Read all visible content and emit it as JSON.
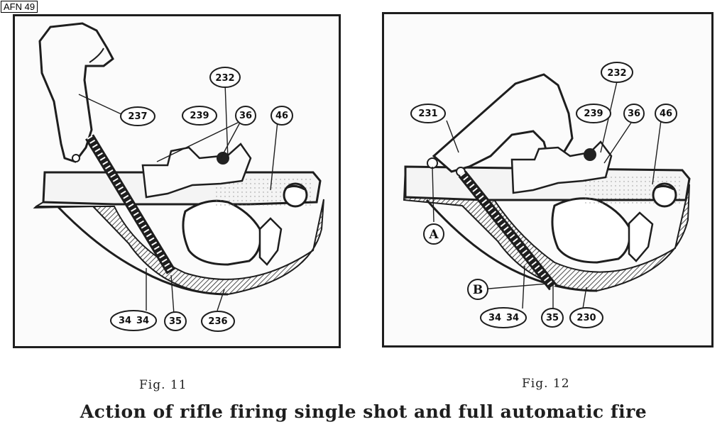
{
  "doc_tag": "AFN 49",
  "figures": [
    {
      "caption": "Fig. 11",
      "callouts": [
        "237",
        "232",
        "239",
        "36",
        "46",
        "34",
        "34",
        "35",
        "236"
      ]
    },
    {
      "caption": "Fig. 12",
      "callouts": [
        "231",
        "232",
        "239",
        "36",
        "46",
        "34",
        "34",
        "35",
        "230"
      ],
      "letters": [
        "A",
        "B"
      ]
    }
  ],
  "main_caption": "Action of rifle firing single shot and full automatic fire",
  "colors": {
    "ink": "#1e1e1e",
    "paper": "#ffffff"
  }
}
